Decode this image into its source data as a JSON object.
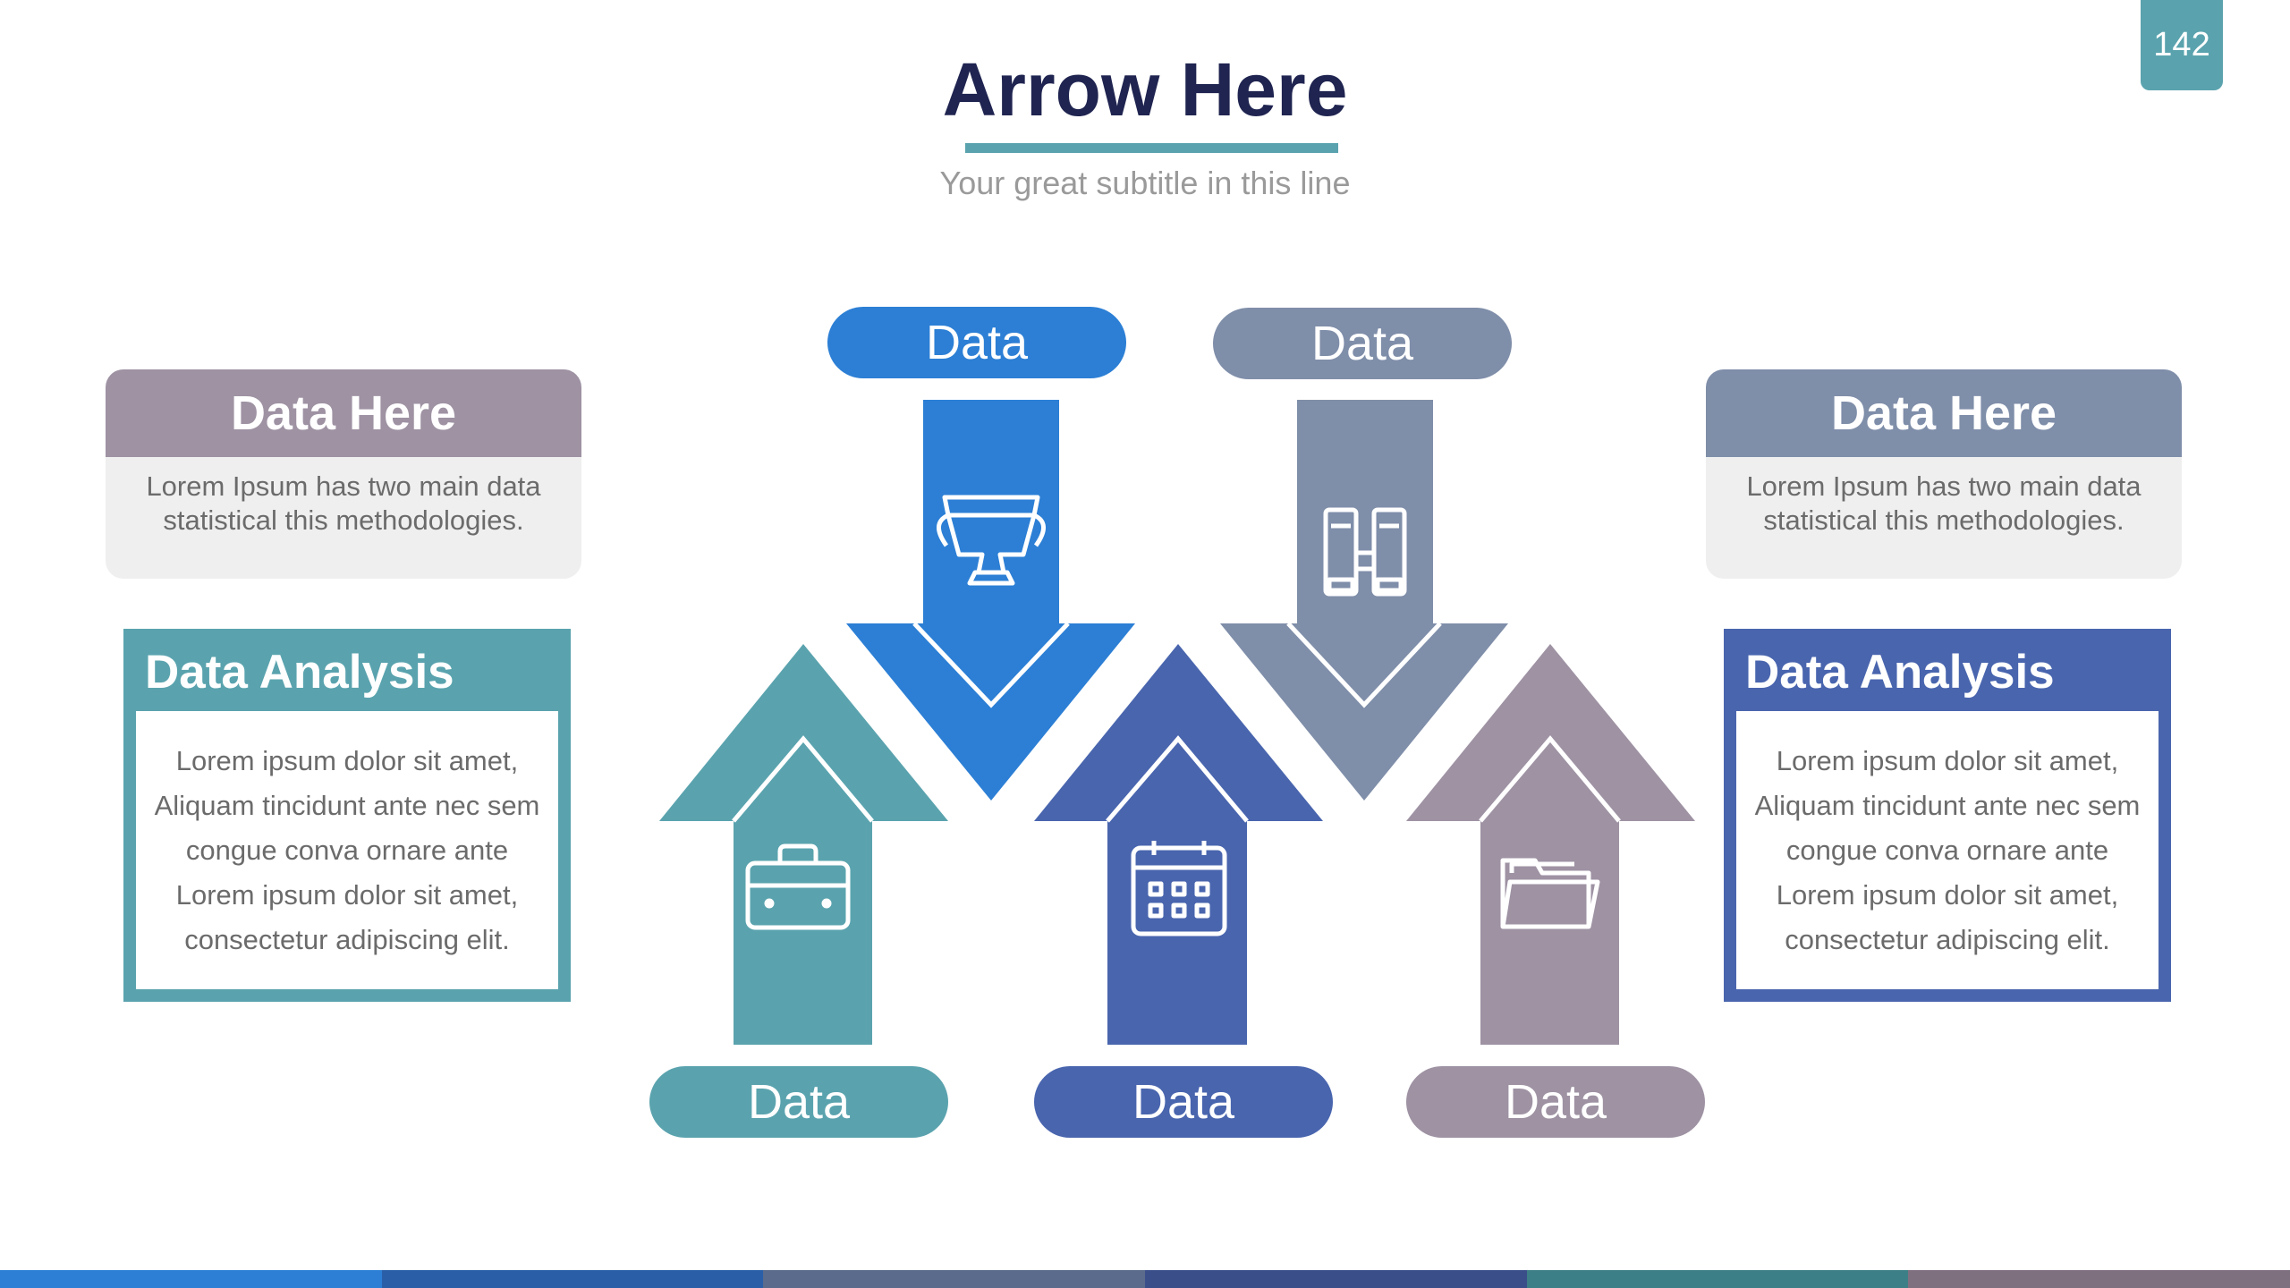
{
  "page_number": "142",
  "title": "Arrow Here",
  "subtitle": "Your great subtitle in this line",
  "colors": {
    "teal": "#5aa3ae",
    "blue": "#2c7fd5",
    "indigo": "#4965ae",
    "slate": "#7f8ea9",
    "mauve": "#9e92a3",
    "title": "#1f2450"
  },
  "left_card": {
    "heading": "Data Here",
    "text": "Lorem Ipsum has two main data statistical this methodologies."
  },
  "right_card": {
    "heading": "Data Here",
    "text": "Lorem Ipsum has two main data statistical this methodologies."
  },
  "left_analysis": {
    "heading": "Data Analysis",
    "text": "Lorem ipsum dolor sit amet, Aliquam tincidunt ante nec sem congue conva ornare ante Lorem ipsum dolor sit amet, consectetur adipiscing elit."
  },
  "right_analysis": {
    "heading": "Data Analysis",
    "text": "Lorem ipsum dolor sit amet, Aliquam tincidunt ante nec sem congue conva ornare ante Lorem ipsum dolor sit amet, consectetur adipiscing elit."
  },
  "arrows": [
    {
      "direction": "down",
      "label": "Data",
      "icon": "trophy-icon",
      "color": "#2c7fd5"
    },
    {
      "direction": "down",
      "label": "Data",
      "icon": "binoculars-icon",
      "color": "#7f8ea9"
    },
    {
      "direction": "up",
      "label": "Data",
      "icon": "briefcase-icon",
      "color": "#5aa3ae"
    },
    {
      "direction": "up",
      "label": "Data",
      "icon": "calendar-icon",
      "color": "#4965ae"
    },
    {
      "direction": "up",
      "label": "Data",
      "icon": "folder-icon",
      "color": "#9e92a3"
    }
  ],
  "bottom_bar_colors": [
    "#2c7fd5",
    "#2a5fa8",
    "#5a6b8c",
    "#3a4f8a",
    "#3d7f86",
    "#7f7080"
  ]
}
